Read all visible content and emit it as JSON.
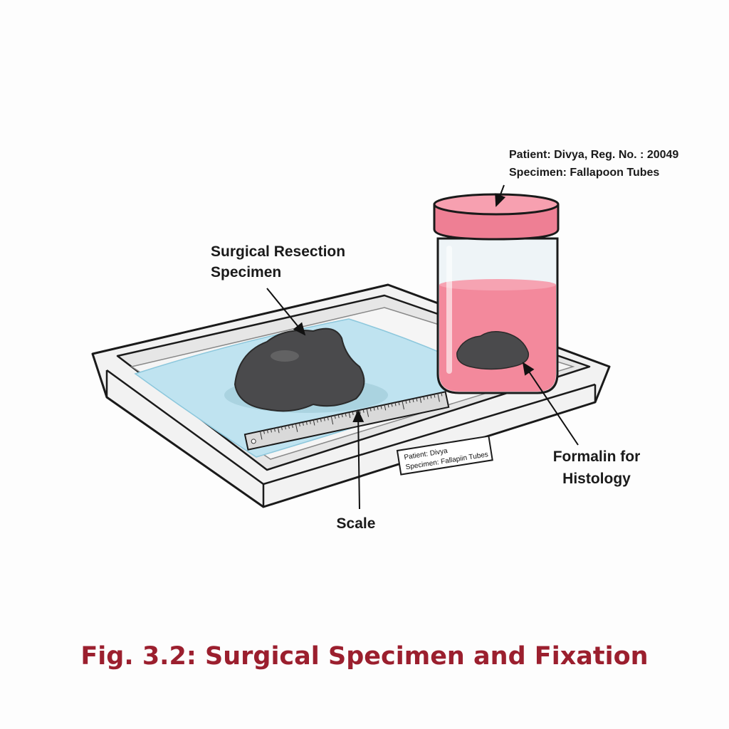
{
  "labels": {
    "specimen_line1": "Surgical Resection",
    "specimen_line2": "Specimen",
    "scale": "Scale",
    "formalin_line1": "Formalin for",
    "formalin_line2": "Histology",
    "jar_line1": "Patient: Divya, Reg. No. : 20049",
    "jar_line2": "Specimen: Fallapoon Tubes",
    "tray_tag_line1": "Patient: Divya",
    "tray_tag_line2": "Specimen: Fallapiin Tubes"
  },
  "title": "Fig. 3.2: Surgical Specimen and Fixation",
  "colors": {
    "title": "#9b1f2e",
    "lid": "#ee7f94",
    "liquid": "#f3899c",
    "sheet": "#bfe3f0",
    "tissue": "#4a4a4c"
  }
}
